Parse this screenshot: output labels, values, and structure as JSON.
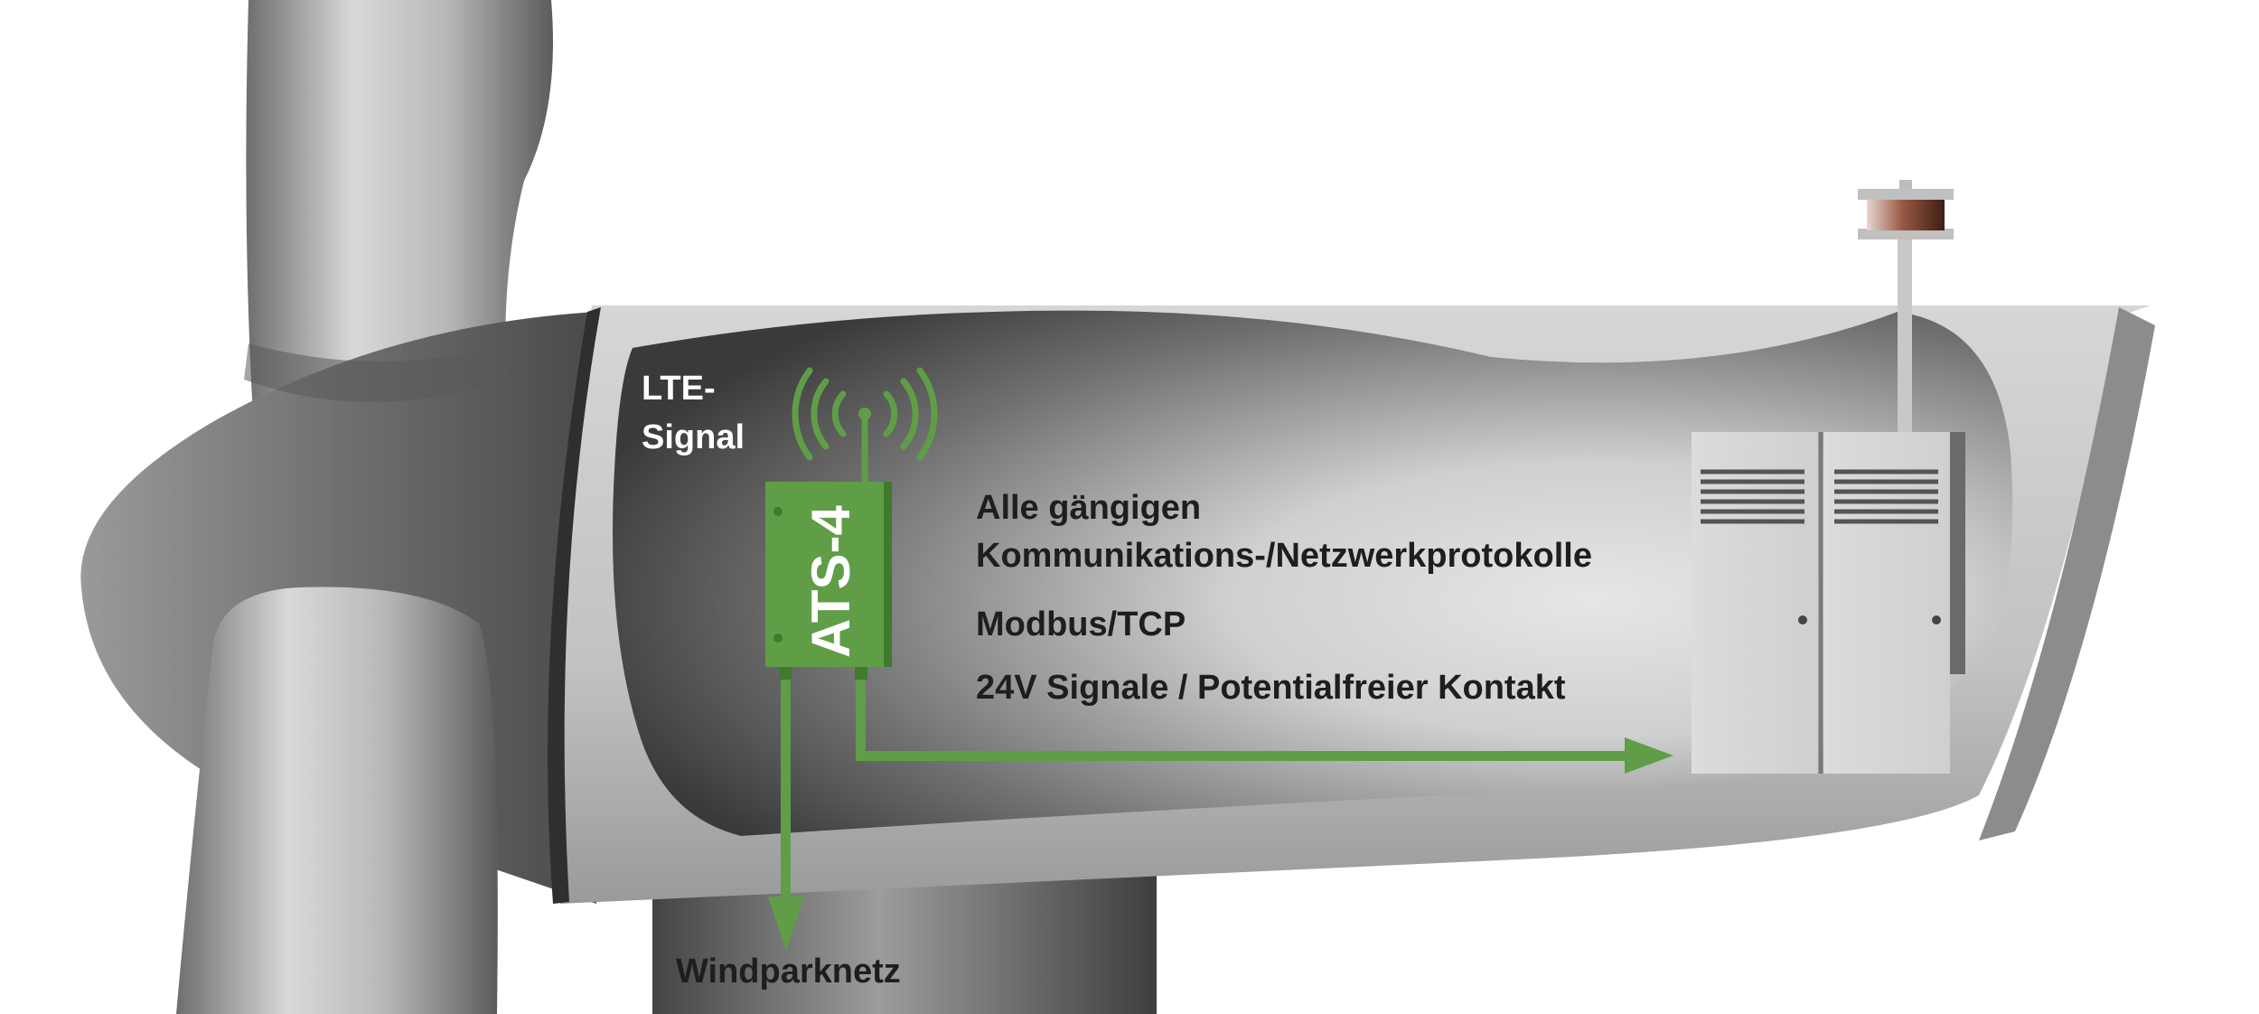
{
  "labels": {
    "lte_line1": "LTE-",
    "lte_line2": "Signal",
    "device": "ATS-4",
    "protocols_line1": "Alle gängigen",
    "protocols_line2": "Kommunikations-/Netzwerkprotokolle",
    "modbus": "Modbus/TCP",
    "signals": "24V Signale / Potentialfreier Kontakt",
    "windpark": "Windparknetz"
  },
  "colors": {
    "accent_green": "#5f9e47",
    "label_light": "#ffffff",
    "label_dark": "#1e1e1e",
    "housing_gray": "#c8c8c8",
    "interior_dark": "#3c3c3c",
    "beacon_copper": "#8a4e3c"
  },
  "icons": {
    "antenna": "wireless-signal-icon",
    "beacon": "aviation-light-icon"
  }
}
